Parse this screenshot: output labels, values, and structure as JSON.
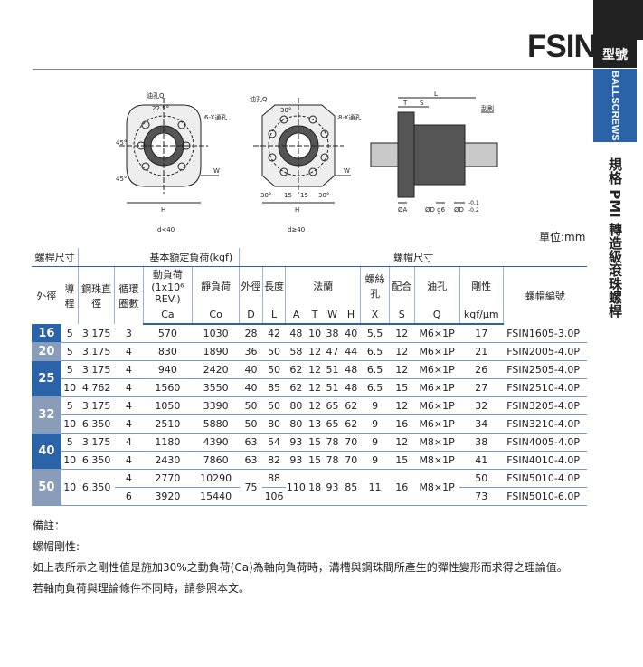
{
  "model": "FSIN",
  "type_label": "型號",
  "side_category": "BALLSCREWS",
  "side_title": "規格 PMI 轉造級滾珠螺桿",
  "drawing": {
    "oil_hole_1": "油孔Q",
    "angle_1": "22.5°",
    "holes_1": "6-X通孔",
    "angle_45a": "45°",
    "angle_45b": "45°",
    "w_1": "W",
    "h_1": "H",
    "note_1": "d<40",
    "oil_hole_2": "油孔Q",
    "angle_30a": "30°",
    "holes_2": "8-X通孔",
    "w_2": "W",
    "angle_30b": "30°",
    "dim_15a": "15",
    "dim_15b": "15",
    "angle_30c": "30°",
    "h_2": "H",
    "note_2": "d≥40",
    "L": "L",
    "T": "T",
    "S": "S",
    "wiper": "刮刷",
    "dA": "ØA",
    "dD": "ØD g6",
    "dD2": "ØD",
    "tol_upper": "-0.1",
    "tol_lower": "-0.2"
  },
  "unit": "單位:mm",
  "table": {
    "h_screw": "螺桿尺寸",
    "h_load": "基本額定負荷(kgf)",
    "h_nut": "螺帽尺寸",
    "h_od": "外徑",
    "h_lead": "導程",
    "h_ball": "鋼珠直徑",
    "h_circuits": "循環圈數",
    "h_dyn": "動負荷(1x10⁶ REV.)",
    "h_dyn_sym": "Ca",
    "h_static": "靜負荷",
    "h_static_sym": "Co",
    "h_nut_od": "外徑",
    "h_nut_od_sym": "D",
    "h_len": "長度",
    "h_len_sym": "L",
    "h_flange": "法蘭",
    "h_A": "A",
    "h_T": "T",
    "h_W": "W",
    "h_H": "H",
    "h_bolt": "螺絲孔",
    "h_bolt_sym": "X",
    "h_fit": "配合",
    "h_fit_sym": "S",
    "h_oil": "油孔",
    "h_oil_sym": "Q",
    "h_stiff": "剛性",
    "h_stiff_sym": "kgf/μm",
    "h_part": "螺帽編號",
    "rows": [
      {
        "dia": "16",
        "lead": "5",
        "ball": "3.175",
        "circ": "3",
        "ca": "570",
        "co": "1030",
        "d": "28",
        "l": "42",
        "a": "48",
        "t": "10",
        "w": "38",
        "h": "40",
        "x": "5.5",
        "s": "12",
        "q": "M6×1P",
        "k": "17",
        "part": "FSIN1605-3.0P"
      },
      {
        "dia": "20",
        "lead": "5",
        "ball": "3.175",
        "circ": "4",
        "ca": "830",
        "co": "1890",
        "d": "36",
        "l": "50",
        "a": "58",
        "t": "12",
        "w": "47",
        "h": "44",
        "x": "6.5",
        "s": "12",
        "q": "M6×1P",
        "k": "21",
        "part": "FSIN2005-4.0P"
      },
      {
        "dia": "25",
        "lead": "5",
        "ball": "3.175",
        "circ": "4",
        "ca": "940",
        "co": "2420",
        "d": "40",
        "l": "50",
        "a": "62",
        "t": "12",
        "w": "51",
        "h": "48",
        "x": "6.5",
        "s": "12",
        "q": "M6×1P",
        "k": "26",
        "part": "FSIN2505-4.0P"
      },
      {
        "dia": "",
        "lead": "10",
        "ball": "4.762",
        "circ": "4",
        "ca": "1560",
        "co": "3550",
        "d": "40",
        "l": "85",
        "a": "62",
        "t": "12",
        "w": "51",
        "h": "48",
        "x": "6.5",
        "s": "15",
        "q": "M6×1P",
        "k": "27",
        "part": "FSIN2510-4.0P"
      },
      {
        "dia": "32",
        "lead": "5",
        "ball": "3.175",
        "circ": "4",
        "ca": "1050",
        "co": "3390",
        "d": "50",
        "l": "50",
        "a": "80",
        "t": "12",
        "w": "65",
        "h": "62",
        "x": "9",
        "s": "12",
        "q": "M6×1P",
        "k": "32",
        "part": "FSIN3205-4.0P"
      },
      {
        "dia": "",
        "lead": "10",
        "ball": "6.350",
        "circ": "4",
        "ca": "2510",
        "co": "5880",
        "d": "50",
        "l": "80",
        "a": "80",
        "t": "13",
        "w": "65",
        "h": "62",
        "x": "9",
        "s": "16",
        "q": "M6×1P",
        "k": "34",
        "part": "FSIN3210-4.0P"
      },
      {
        "dia": "40",
        "lead": "5",
        "ball": "3.175",
        "circ": "4",
        "ca": "1180",
        "co": "4390",
        "d": "63",
        "l": "54",
        "a": "93",
        "t": "15",
        "w": "78",
        "h": "70",
        "x": "9",
        "s": "12",
        "q": "M8×1P",
        "k": "38",
        "part": "FSIN4005-4.0P"
      },
      {
        "dia": "",
        "lead": "10",
        "ball": "6.350",
        "circ": "4",
        "ca": "2430",
        "co": "7860",
        "d": "63",
        "l": "82",
        "a": "93",
        "t": "15",
        "w": "78",
        "h": "70",
        "x": "9",
        "s": "15",
        "q": "M8×1P",
        "k": "41",
        "part": "FSIN4010-4.0P"
      },
      {
        "dia": "50",
        "lead": "10",
        "ball": "6.350",
        "circ": "4",
        "ca": "2770",
        "co": "10290",
        "d": "75",
        "l": "88",
        "a": "110",
        "t": "18",
        "w": "93",
        "h": "85",
        "x": "11",
        "s": "16",
        "q": "M8×1P",
        "k": "50",
        "part": "FSIN5010-4.0P"
      },
      {
        "dia": "",
        "lead": "",
        "ball": "",
        "circ": "6",
        "ca": "3920",
        "co": "15440",
        "d": "",
        "l": "106",
        "a": "",
        "t": "",
        "w": "",
        "h": "",
        "x": "",
        "s": "",
        "q": "",
        "k": "73",
        "part": "FSIN5010-6.0P"
      }
    ]
  },
  "notes": {
    "remark": "備註：",
    "title": "螺帽剛性:",
    "line1": "如上表所示之剛性值是施加30%之動負荷(Ca)為軸向負荷時，溝槽與鋼珠間所產生的彈性變形而求得之理論值。",
    "line2": "若軸向負荷與理論條件不同時，請參照本文。"
  },
  "colors": {
    "accent": "#2a63a8",
    "gray_band": "#8a9db8",
    "dark": "#222222"
  }
}
